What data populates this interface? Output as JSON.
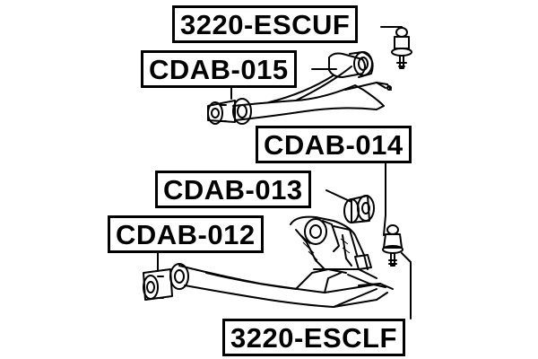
{
  "parts": {
    "upper_ball_joint": "3220-ESCUF",
    "upper_arm_bushing": "CDAB-015",
    "lower_arm_bushing_rear": "CDAB-014",
    "lower_arm_bushing_front": "CDAB-013",
    "lower_arm_bushing_main": "CDAB-012",
    "lower_ball_joint": "3220-ESCLF"
  }
}
